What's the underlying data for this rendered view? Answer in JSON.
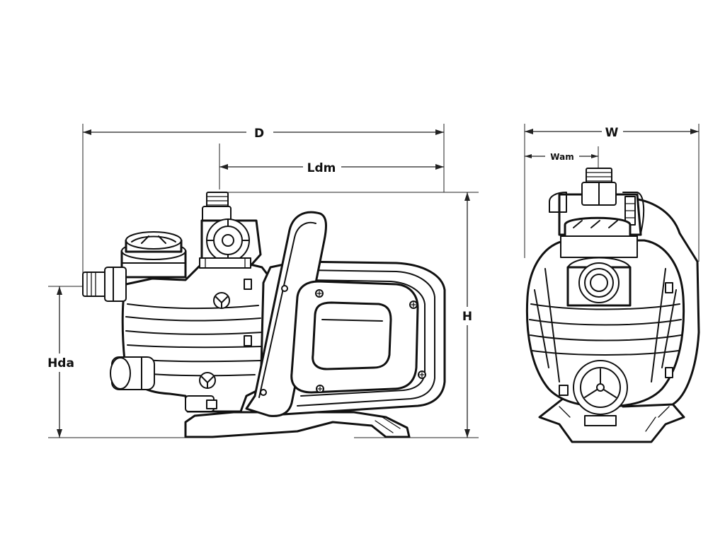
{
  "dimensions": {
    "depth": "D",
    "length_to_discharge": "Ldm",
    "height": "H",
    "height_to_discharge_axis": "Hda",
    "width": "W",
    "width_to_discharge_axis": "Wam"
  }
}
